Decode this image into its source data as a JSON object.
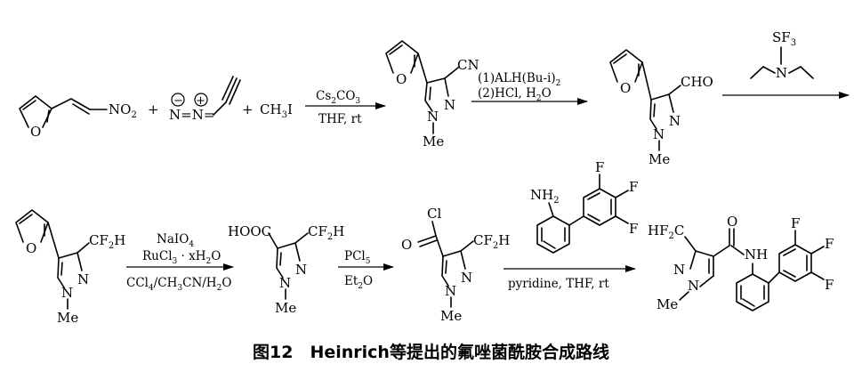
{
  "labels": {
    "no2": "NO",
    "no2_sub": "2",
    "plus": "+",
    "diazo": "N=N=",
    "ch3i": "CH",
    "ch3i_sub": "3",
    "ch3i_tail": "I",
    "o": "O",
    "n": "N",
    "me": "Me",
    "cn": "CN",
    "cho": "CHO",
    "cf2h": "CF",
    "cf2h_sub": "2",
    "cf2h_tail": "H",
    "hf2c": "HF",
    "hf2c_sub": "2",
    "hf2c_tail": "C",
    "hooc": "HOOC",
    "cl": "Cl",
    "nh2": "NH",
    "nh2_sub": "2",
    "nh": "NH",
    "f": "F",
    "sf3": "SF",
    "sf3_sub": "3",
    "minus": "−",
    "plus_charge": "+"
  },
  "steps": [
    {
      "line1": "Cs",
      "line1_sub": "2",
      "line1_b": "CO",
      "line1_sub2": "3",
      "line2": "THF, rt"
    },
    {
      "line1": "(1)ALH(Bu-i)",
      "line1_sub": "2",
      "line2": "(2)HCl, H",
      "line2_sub": "2",
      "line2_tail": "O"
    },
    {
      "line1": "NaIO",
      "line1_sub": "4",
      "line2": "RuCl",
      "line2_sub": "3",
      "line2_tail": " · xH",
      "line2_sub2": "2",
      "line2_tail2": "O",
      "line3": "CCl",
      "line3_sub": "4",
      "line3_tail": "/CH",
      "line3_sub2": "3",
      "line3_tail2": "CN/H",
      "line3_sub3": "2",
      "line3_tail3": "O"
    },
    {
      "line1": "PCl",
      "line1_sub": "5",
      "line2": "Et",
      "line2_sub": "2",
      "line2_tail": "O"
    },
    {
      "line1": "pyridine, THF, rt"
    }
  ],
  "caption": "图12　Heinrich等提出的氟唑菌酰胺合成路线"
}
